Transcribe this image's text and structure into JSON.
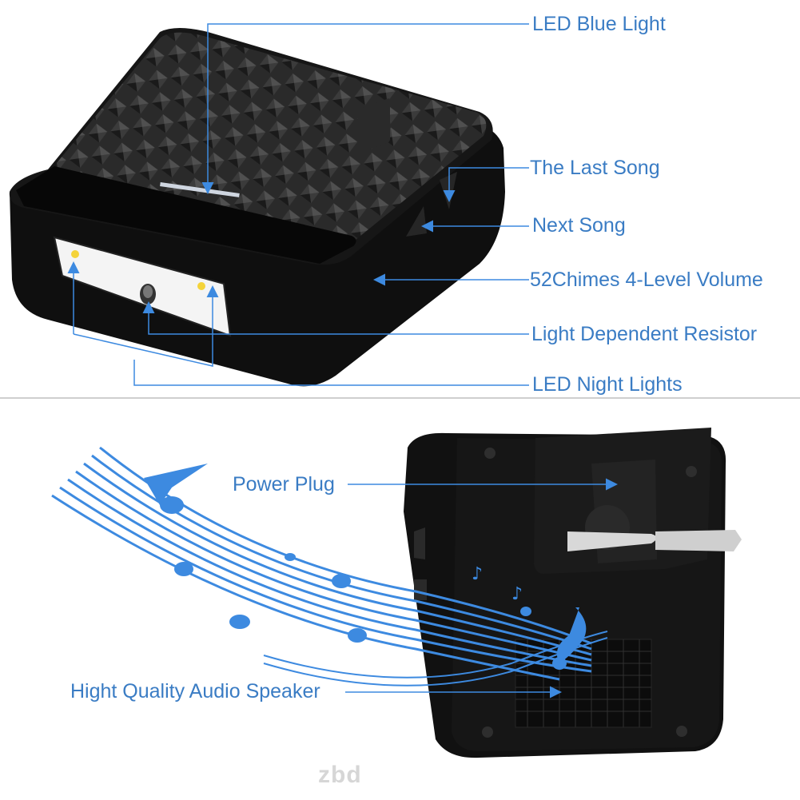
{
  "top_panel": {
    "callouts": [
      {
        "id": "led-blue-light",
        "label": "LED Blue Light"
      },
      {
        "id": "last-song",
        "label": "The Last Song"
      },
      {
        "id": "next-song",
        "label": "Next Song"
      },
      {
        "id": "volume",
        "label": "52Chimes 4-Level Volume"
      },
      {
        "id": "ldr",
        "label": "Light Dependent Resistor"
      },
      {
        "id": "night-lights",
        "label": "LED Night Lights"
      }
    ]
  },
  "bottom_panel": {
    "callouts": [
      {
        "id": "power-plug",
        "label": "Power Plug"
      },
      {
        "id": "speaker",
        "label": "Hight Quality Audio Speaker"
      }
    ]
  },
  "watermark": "zbd",
  "colors": {
    "label": "#3a7cc4",
    "line": "#3d8ae0",
    "device": "#121212",
    "music": "#3d8ae0"
  }
}
